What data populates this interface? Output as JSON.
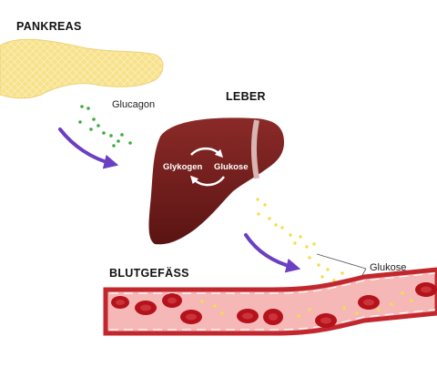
{
  "labels": {
    "pankreas": "PANKREAS",
    "glucagon": "Glucagon",
    "leber": "LEBER",
    "glykogen": "Glykogen",
    "glukose_cycle": "Glukose",
    "blutgefaess": "BLUTGEFÄSS",
    "glukose_blood": "Glukose"
  },
  "colors": {
    "pancreas": "#f5dc7a",
    "liver": "#6e1d1c",
    "arrow": "#6b3fc2",
    "glucagon_dots": "#3faa3f",
    "glucose_dots": "#f0e04a",
    "vessel": "#c1272d",
    "vessel_inner": "#f6b7b7",
    "rbc": "#b5121b"
  }
}
